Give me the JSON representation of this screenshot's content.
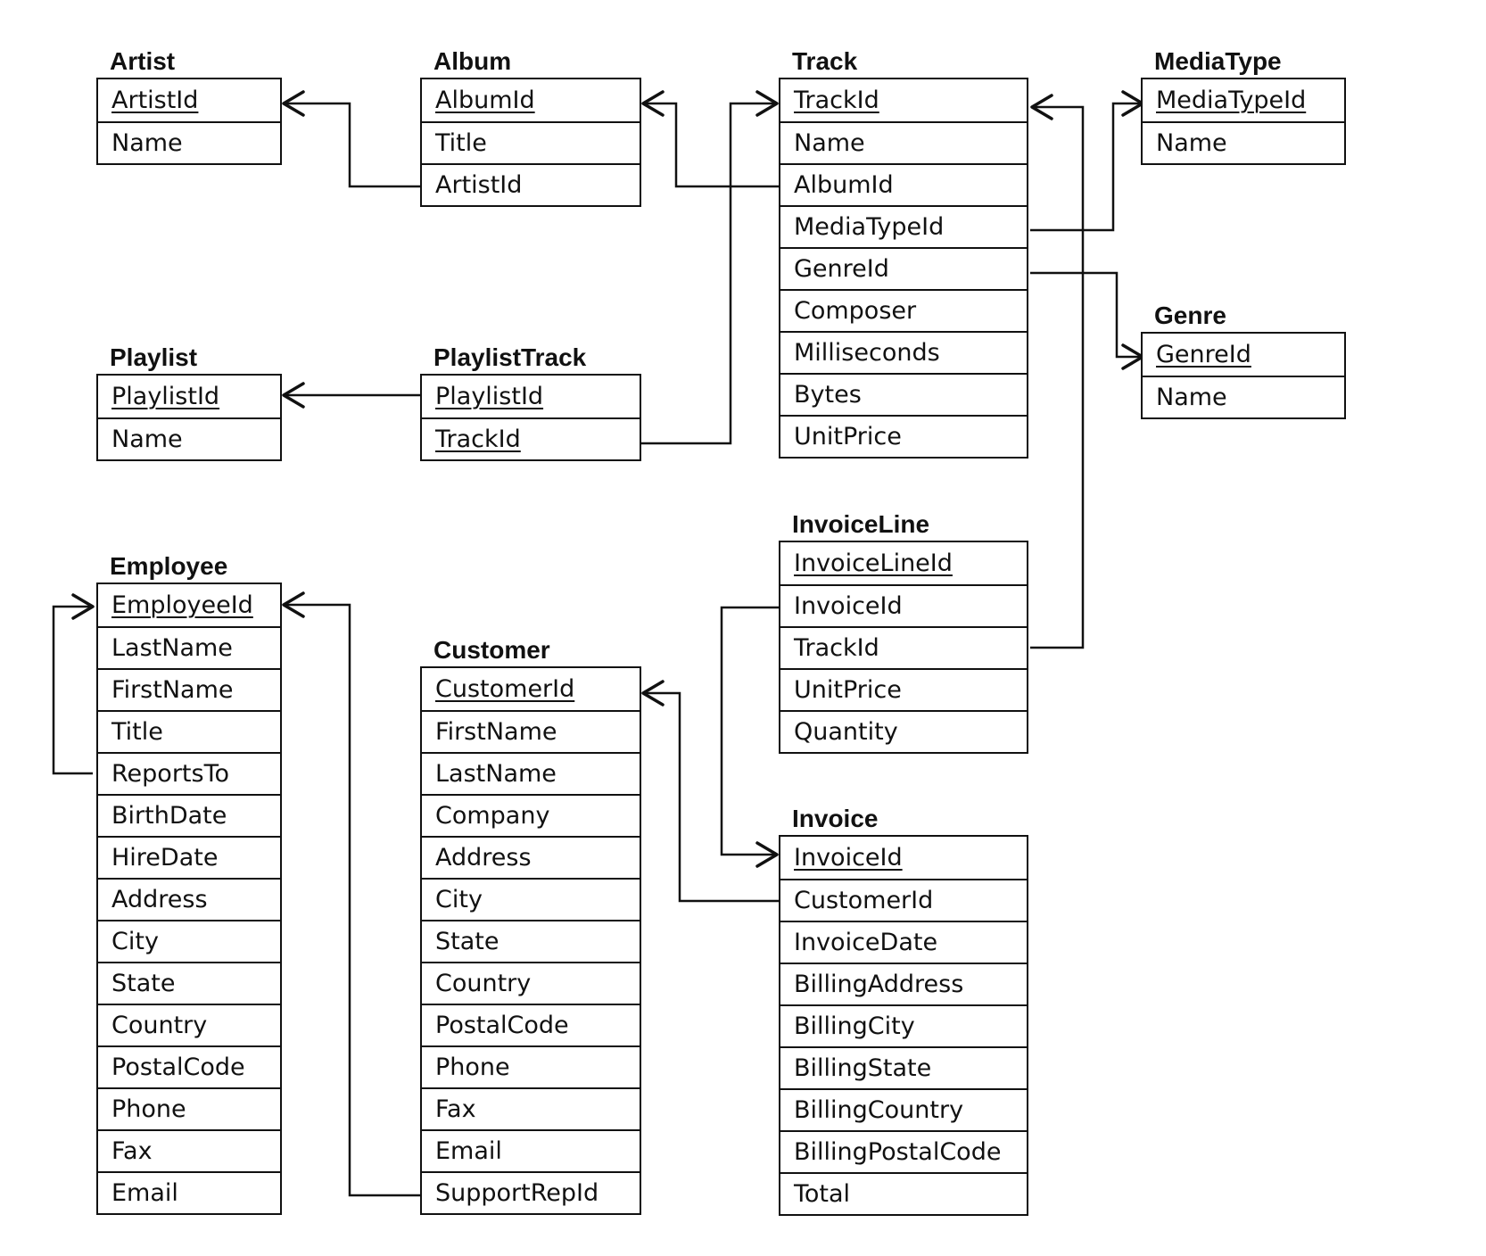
{
  "entities": [
    {
      "id": "artist",
      "name": "Artist",
      "fields": [
        {
          "name": "ArtistId",
          "pk": true
        },
        {
          "name": "Name"
        }
      ]
    },
    {
      "id": "album",
      "name": "Album",
      "fields": [
        {
          "name": "AlbumId",
          "pk": true
        },
        {
          "name": "Title"
        },
        {
          "name": "ArtistId"
        }
      ]
    },
    {
      "id": "track",
      "name": "Track",
      "fields": [
        {
          "name": "TrackId",
          "pk": true
        },
        {
          "name": "Name"
        },
        {
          "name": "AlbumId"
        },
        {
          "name": "MediaTypeId"
        },
        {
          "name": "GenreId"
        },
        {
          "name": "Composer"
        },
        {
          "name": "Milliseconds"
        },
        {
          "name": "Bytes"
        },
        {
          "name": "UnitPrice"
        }
      ]
    },
    {
      "id": "mediatype",
      "name": "MediaType",
      "fields": [
        {
          "name": "MediaTypeId",
          "pk": true
        },
        {
          "name": "Name"
        }
      ]
    },
    {
      "id": "genre",
      "name": "Genre",
      "fields": [
        {
          "name": "GenreId",
          "pk": true
        },
        {
          "name": "Name"
        }
      ]
    },
    {
      "id": "playlist",
      "name": "Playlist",
      "fields": [
        {
          "name": "PlaylistId",
          "pk": true
        },
        {
          "name": "Name"
        }
      ]
    },
    {
      "id": "playlisttrack",
      "name": "PlaylistTrack",
      "fields": [
        {
          "name": "PlaylistId",
          "pk": true
        },
        {
          "name": "TrackId",
          "pk": true
        }
      ]
    },
    {
      "id": "invoiceline",
      "name": "InvoiceLine",
      "fields": [
        {
          "name": "InvoiceLineId",
          "pk": true
        },
        {
          "name": "InvoiceId"
        },
        {
          "name": "TrackId"
        },
        {
          "name": "UnitPrice"
        },
        {
          "name": "Quantity"
        }
      ]
    },
    {
      "id": "employee",
      "name": "Employee",
      "fields": [
        {
          "name": "EmployeeId",
          "pk": true
        },
        {
          "name": "LastName"
        },
        {
          "name": "FirstName"
        },
        {
          "name": "Title"
        },
        {
          "name": "ReportsTo"
        },
        {
          "name": "BirthDate"
        },
        {
          "name": "HireDate"
        },
        {
          "name": "Address"
        },
        {
          "name": "City"
        },
        {
          "name": "State"
        },
        {
          "name": "Country"
        },
        {
          "name": "PostalCode"
        },
        {
          "name": "Phone"
        },
        {
          "name": "Fax"
        },
        {
          "name": "Email"
        }
      ]
    },
    {
      "id": "customer",
      "name": "Customer",
      "fields": [
        {
          "name": "CustomerId",
          "pk": true
        },
        {
          "name": "FirstName"
        },
        {
          "name": "LastName"
        },
        {
          "name": "Company"
        },
        {
          "name": "Address"
        },
        {
          "name": "City"
        },
        {
          "name": "State"
        },
        {
          "name": "Country"
        },
        {
          "name": "PostalCode"
        },
        {
          "name": "Phone"
        },
        {
          "name": "Fax"
        },
        {
          "name": "Email"
        },
        {
          "name": "SupportRepId"
        }
      ]
    },
    {
      "id": "invoice",
      "name": "Invoice",
      "fields": [
        {
          "name": "InvoiceId",
          "pk": true
        },
        {
          "name": "CustomerId"
        },
        {
          "name": "InvoiceDate"
        },
        {
          "name": "BillingAddress"
        },
        {
          "name": "BillingCity"
        },
        {
          "name": "BillingState"
        },
        {
          "name": "BillingCountry"
        },
        {
          "name": "BillingPostalCode"
        },
        {
          "name": "Total"
        }
      ]
    }
  ],
  "relationships": [
    {
      "from": "album.ArtistId",
      "to": "artist.ArtistId"
    },
    {
      "from": "track.AlbumId",
      "to": "album.AlbumId"
    },
    {
      "from": "track.MediaTypeId",
      "to": "mediatype.MediaTypeId"
    },
    {
      "from": "track.GenreId",
      "to": "genre.GenreId"
    },
    {
      "from": "playlisttrack.PlaylistId",
      "to": "playlist.PlaylistId"
    },
    {
      "from": "playlisttrack.TrackId",
      "to": "track.TrackId"
    },
    {
      "from": "invoiceline.TrackId",
      "to": "track.TrackId"
    },
    {
      "from": "invoiceline.InvoiceId",
      "to": "invoice.InvoiceId"
    },
    {
      "from": "invoice.CustomerId",
      "to": "customer.CustomerId"
    },
    {
      "from": "customer.SupportRepId",
      "to": "employee.EmployeeId"
    },
    {
      "from": "employee.ReportsTo",
      "to": "employee.EmployeeId"
    }
  ]
}
